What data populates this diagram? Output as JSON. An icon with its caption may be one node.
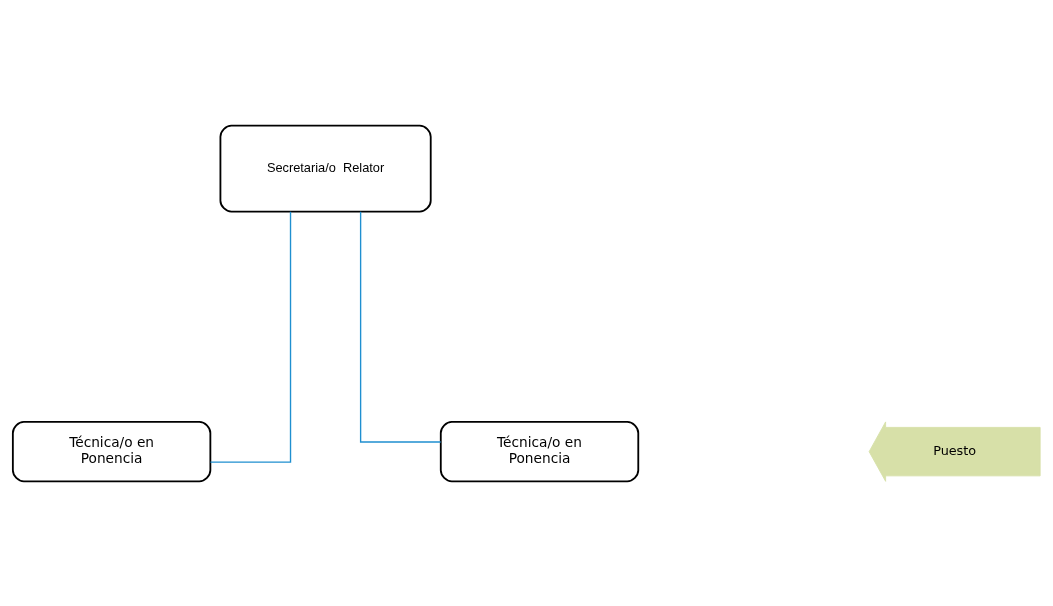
{
  "diagram": {
    "nodes": [
      {
        "text": [
          "Secretaria/o  Relator"
        ]
      },
      {
        "text": [
          "Técnica/o en Ponencia"
        ]
      },
      {
        "text": [
          "Técnica/o en Ponencia"
        ]
      },
      {
        "text": [
          "Puesto"
        ]
      }
    ],
    "edges": [
      {
        "from": 0,
        "to": 1,
        "arrow": "none"
      },
      {
        "from": 0,
        "to": 2,
        "arrow": "none"
      }
    ]
  }
}
